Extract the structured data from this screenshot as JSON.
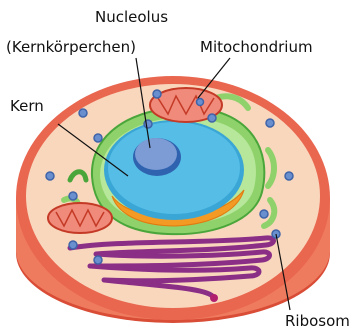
{
  "labels": {
    "nucleolus": "Nucleolus",
    "nucleolus_de": "(Kernkörperchen)",
    "mitochondrium": "Mitochondrium",
    "kern": "Kern",
    "ribosom": "Ribosom"
  },
  "colors": {
    "cell_fill": "#f9d7bd",
    "membrane": "#e9664f",
    "membrane_dark": "#c43a26",
    "nucleus": "#56bde6",
    "nucleolus": "#7d9bd4",
    "nucleolus_edge": "#2f63b0",
    "er_green": "#8fd26b",
    "er_dark": "#4aa63a",
    "golgi": "#f29a24",
    "mito_fill": "#f08a7a",
    "mito_edge": "#c43a26",
    "purple_er": "#8a2e86",
    "ribosome": "#6a8fcf"
  }
}
